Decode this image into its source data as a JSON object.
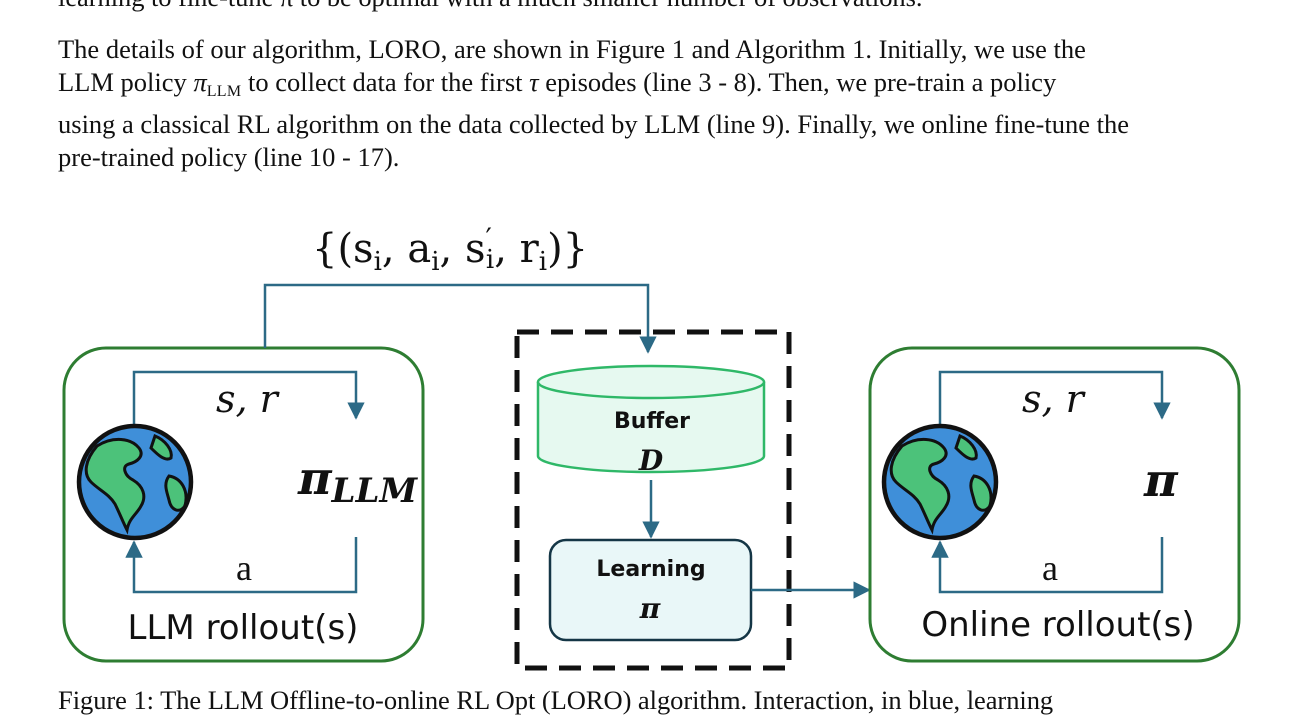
{
  "top_cut_line": "learning to fine-tune π to be optimal with a much smaller number of observations.",
  "paragraph": {
    "line1_a": "The details of our algorithm, LORO, are shown in Figure 1 and Algorithm 1. Initially, we use the",
    "line2_a": "LLM policy ",
    "line2_pi": "π",
    "line2_sub": "LLM",
    "line2_b": " to collect data for the first ",
    "line2_tau": "τ",
    "line2_c": " episodes (line 3 - 8). Then, we pre-train a policy",
    "line3": "using a classical RL algorithm on the data collected by LLM (line 9). Finally, we online fine-tune the",
    "line4": "pre-trained policy (line 10 - 17)."
  },
  "figure": {
    "transition_label": "{(s",
    "transition_i1": "i",
    "transition_a": ", a",
    "transition_i2": "i",
    "transition_s": ", s",
    "transition_prime": "′",
    "transition_i3": "i",
    "transition_r": ", r",
    "transition_i4": "i",
    "transition_close": ")}",
    "left_box": {
      "state_reward": "s, r",
      "policy_pi": "π",
      "policy_sub": "LLM",
      "action": "a",
      "caption": "LLM rollout(s)"
    },
    "buffer_title": "Buffer",
    "buffer_symbol": "D",
    "learning_title": "Learning",
    "learning_symbol": "π",
    "right_box": {
      "state_reward": "s, r",
      "policy_pi": "π",
      "action": "a",
      "caption": "Online rollout(s)"
    },
    "colors": {
      "box_border": "#2e7d32",
      "arrow": "#2c6a86",
      "buffer_fill": "#e6f9f0",
      "buffer_stroke": "#2fb868",
      "learning_fill": "#e9f7f8",
      "learning_stroke": "#143646",
      "globe_ocean": "#3f8fd9",
      "globe_land": "#4cc27a"
    }
  },
  "bottom_cut_line": "Figure 1: The LLM Offline-to-online RL Opt (LORO) algorithm. Interaction, in blue, learning"
}
